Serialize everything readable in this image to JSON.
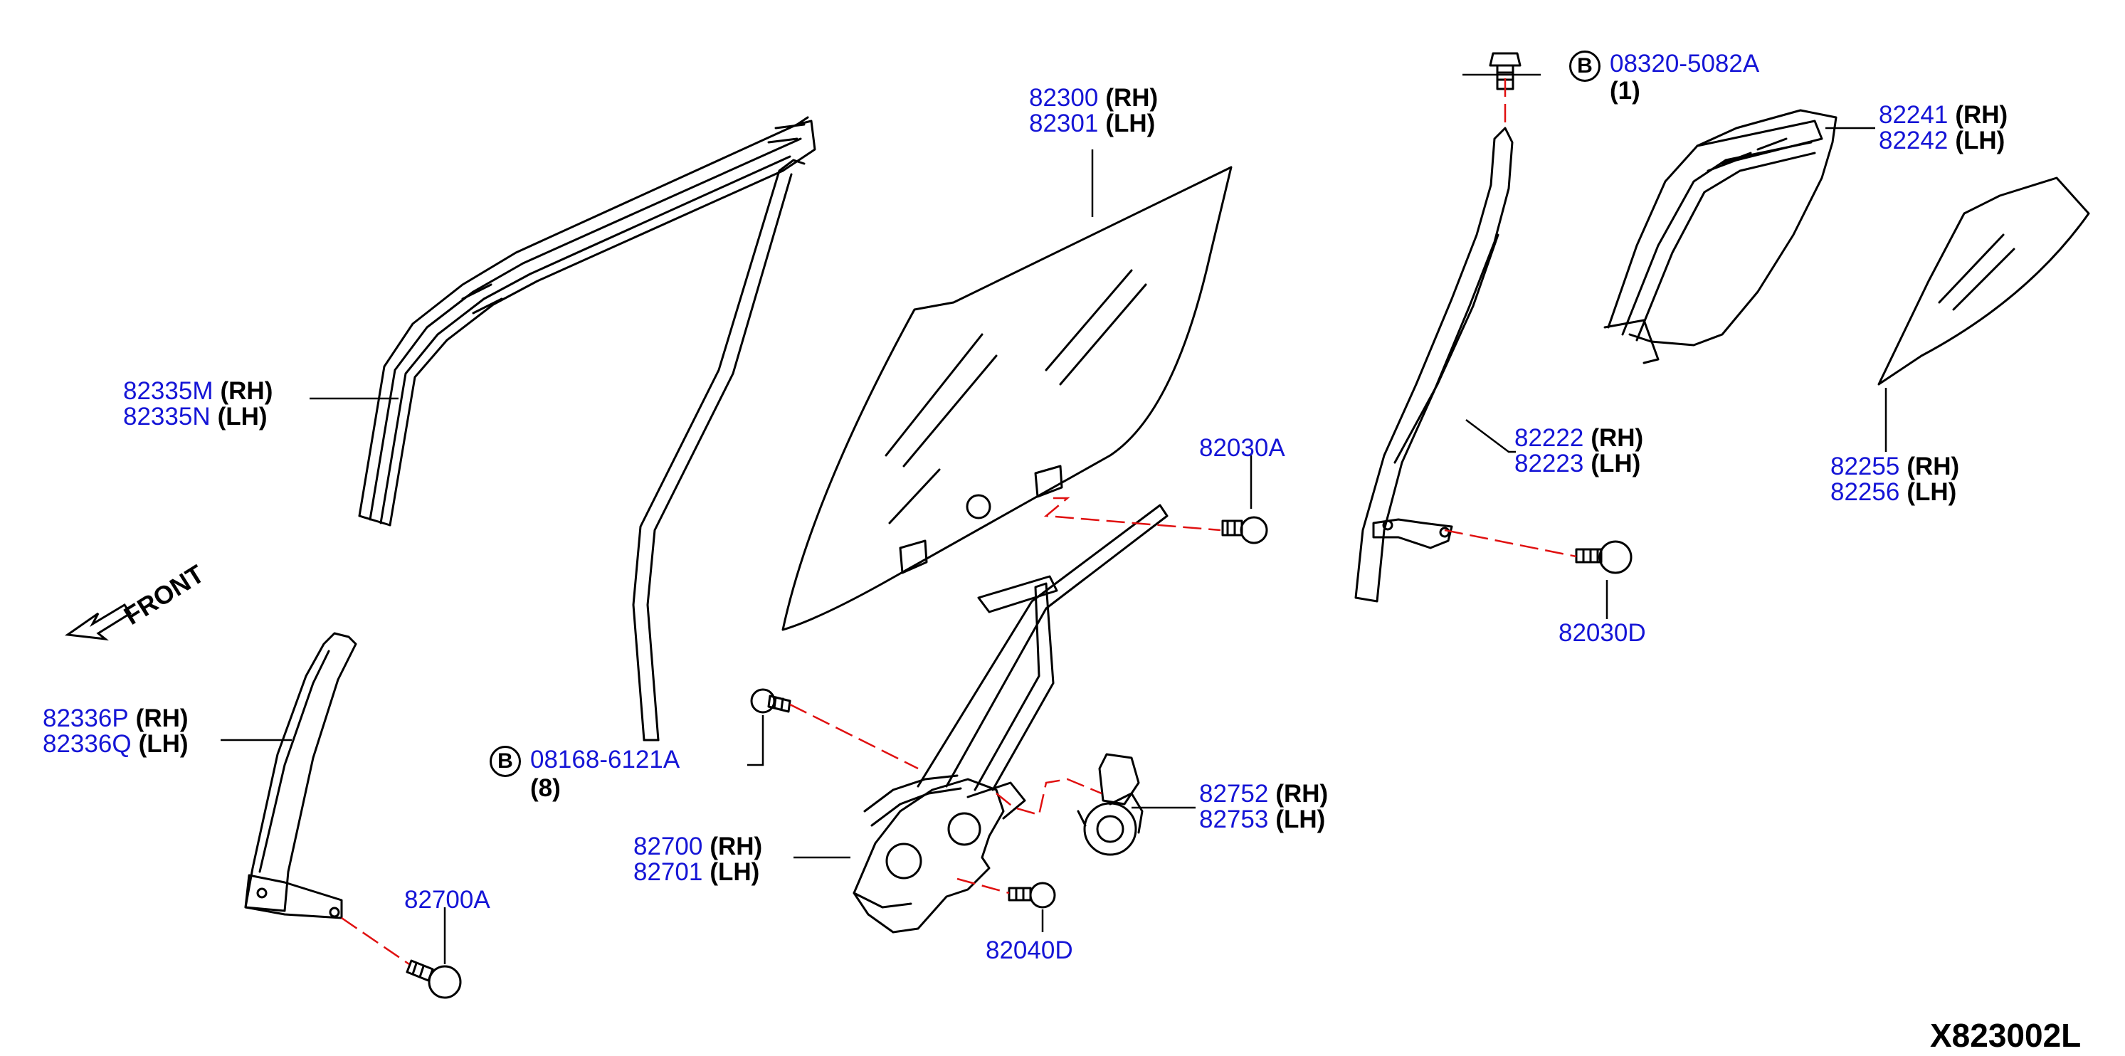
{
  "parts": {
    "sash_front": {
      "rows": [
        {
          "pn": "82335M",
          "side": "(RH)"
        },
        {
          "pn": "82335N",
          "side": "(LH)"
        }
      ]
    },
    "glass": {
      "rows": [
        {
          "pn": "82300",
          "side": "(RH)"
        },
        {
          "pn": "82301",
          "side": "(LH)"
        }
      ]
    },
    "rail_rear": {
      "rows": [
        {
          "pn": "82222",
          "side": "(RH)"
        },
        {
          "pn": "82223",
          "side": "(LH)"
        }
      ]
    },
    "partition": {
      "rows": [
        {
          "pn": "82241",
          "side": "(RH)"
        },
        {
          "pn": "82242",
          "side": "(LH)"
        }
      ]
    },
    "quarter_glass": {
      "rows": [
        {
          "pn": "82255",
          "side": "(RH)"
        },
        {
          "pn": "82256",
          "side": "(LH)"
        }
      ]
    },
    "rail_front": {
      "rows": [
        {
          "pn": "82336P",
          "side": "(RH)"
        },
        {
          "pn": "82336Q",
          "side": "(LH)"
        }
      ]
    },
    "regulator": {
      "rows": [
        {
          "pn": "82700",
          "side": "(RH)"
        },
        {
          "pn": "82701",
          "side": "(LH)"
        }
      ]
    },
    "motor": {
      "rows": [
        {
          "pn": "82752",
          "side": "(RH)"
        },
        {
          "pn": "82753",
          "side": "(LH)"
        }
      ]
    }
  },
  "bolts": {
    "top": {
      "symbol": "B",
      "pn": "08320-5082A",
      "qty": "(1)"
    },
    "regulator": {
      "symbol": "B",
      "pn": "08168-6121A",
      "qty": "(8)"
    },
    "glass_bolt": "82030A",
    "rail_bolt": "82030D",
    "front_bolt": "82700A",
    "reg_bolt": "82040D"
  },
  "front_label": "FRONT",
  "diagram_code": "X823002L",
  "colors": {
    "part_number": "#1515d6",
    "leader": "#000000",
    "dash": "#e01010"
  }
}
